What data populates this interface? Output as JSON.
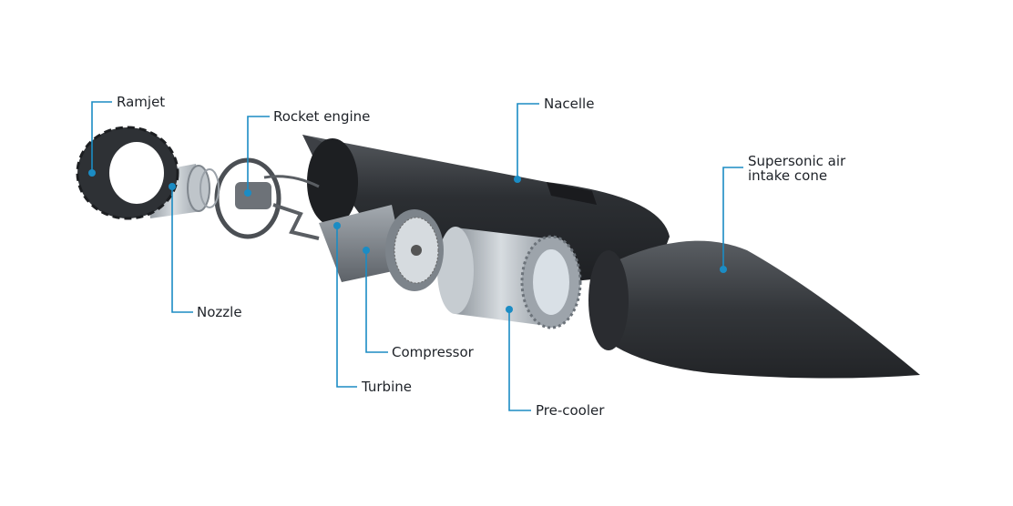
{
  "colors": {
    "leader": "#1b8cc4",
    "text": "#1e2228",
    "body": "#2a2d31"
  },
  "labels": {
    "ramjet": "Ramjet",
    "rocket_engine": "Rocket engine",
    "nacelle": "Nacelle",
    "intake_line1": "Supersonic air",
    "intake_line2": "intake cone",
    "nozzle": "Nozzle",
    "compressor": "Compressor",
    "turbine": "Turbine",
    "precooler": "Pre-cooler"
  }
}
